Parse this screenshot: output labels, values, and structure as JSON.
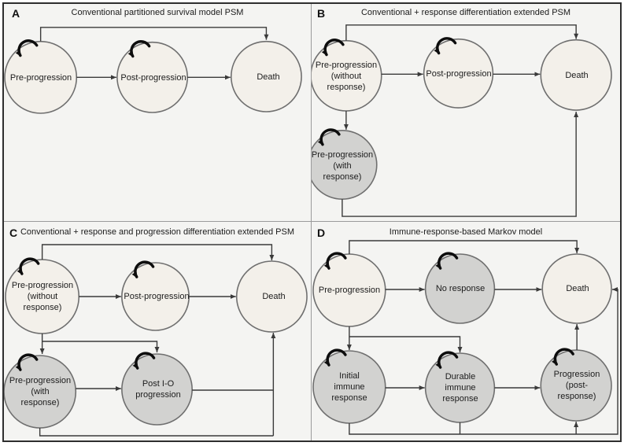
{
  "colors": {
    "panel_bg": "#f4f4f2",
    "node_light": "#f3f0ea",
    "node_gray": "#d2d2d0",
    "node_border": "#6f6f6f",
    "arrow": "#3a3a3a",
    "loop": "#0d0d0d",
    "frame_border": "#2e2e2e",
    "divider": "#9b9b9b"
  },
  "panels": {
    "a": {
      "letter": "A",
      "title": "Conventional partitioned survival model PSM",
      "nodes": {
        "pre": {
          "label": "Pre-progression"
        },
        "post": {
          "label": "Post-progression"
        },
        "death": {
          "label": "Death"
        }
      }
    },
    "b": {
      "letter": "B",
      "title": "Conventional + response differentiation extended PSM",
      "nodes": {
        "pre_without": {
          "label": "Pre-progression\n(without\nresponse)"
        },
        "post": {
          "label": "Post-progression"
        },
        "death": {
          "label": "Death"
        },
        "pre_with": {
          "label": "Pre-progression\n(with\nresponse)"
        }
      }
    },
    "c": {
      "letter": "C",
      "title": "Conventional + response and progression differentiation extended PSM",
      "nodes": {
        "pre_without": {
          "label": "Pre-progression\n(without\nresponse)"
        },
        "post": {
          "label": "Post-progression"
        },
        "death": {
          "label": "Death"
        },
        "pre_with": {
          "label": "Pre-progression\n(with\nresponse)"
        },
        "post_io": {
          "label": "Post I-O\nprogression"
        }
      }
    },
    "d": {
      "letter": "D",
      "title": "Immune-response-based Markov model",
      "nodes": {
        "pre": {
          "label": "Pre-progression"
        },
        "no_response": {
          "label": "No response"
        },
        "death": {
          "label": "Death"
        },
        "initial": {
          "label": "Initial\nimmune\nresponse"
        },
        "durable": {
          "label": "Durable\nimmune\nresponse"
        },
        "progression": {
          "label": "Progression\n(post-response)"
        }
      }
    }
  }
}
